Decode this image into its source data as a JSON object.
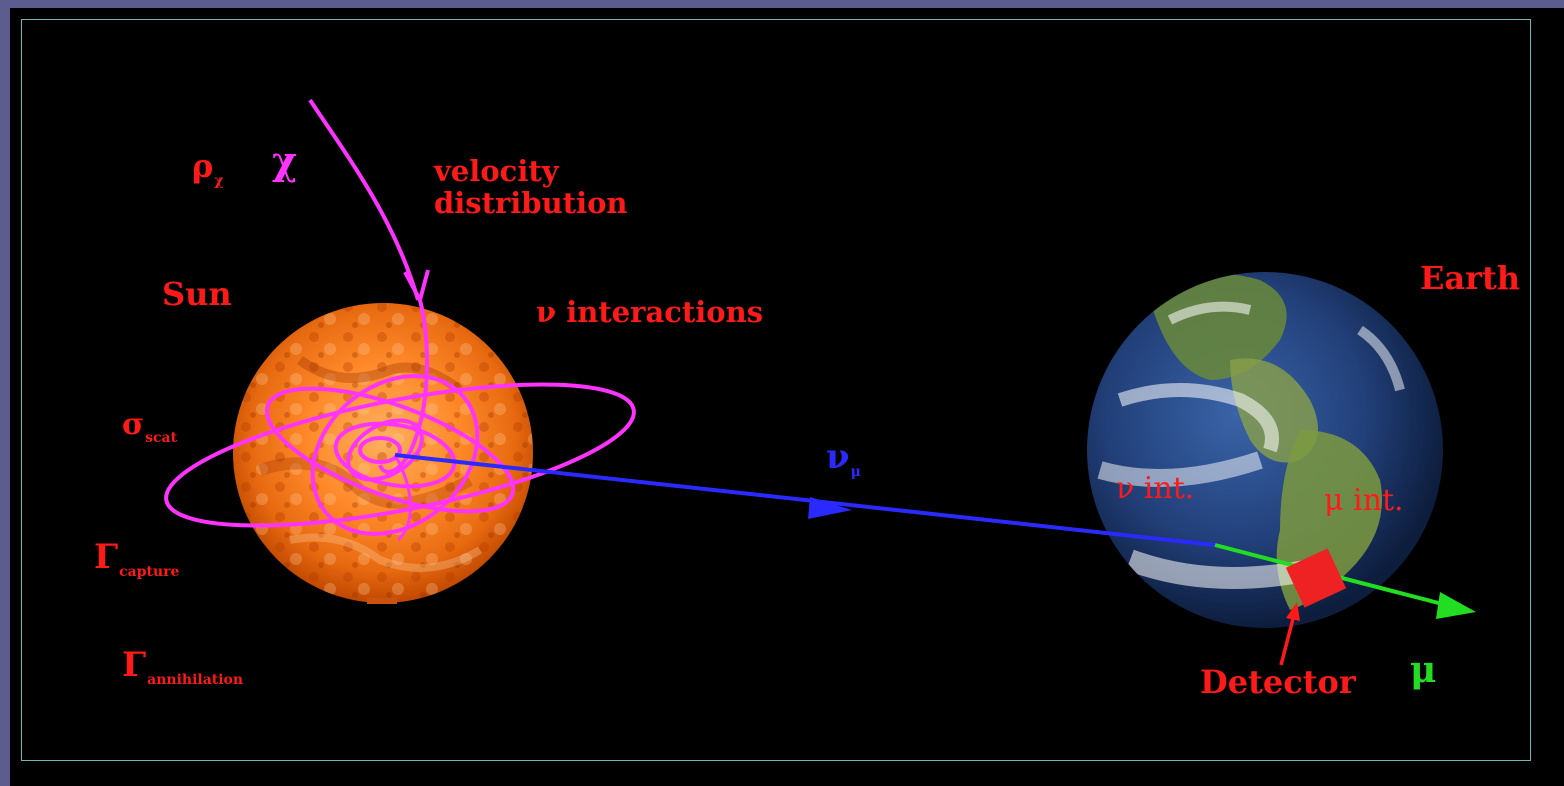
{
  "colors": {
    "background": "#5c5c8e",
    "panel": "#000000",
    "border": "#6fb8b8",
    "label_red": "#ff1a1a",
    "wimp_magenta": "#ff33ff",
    "neutrino_blue": "#2a2aff",
    "muon_green": "#22dd22",
    "detector_red": "#ee2222"
  },
  "labels": {
    "rho_symbol": "ρ",
    "rho_sub": "χ",
    "chi": "χ",
    "velocity_line1": "velocity",
    "velocity_line2": "distribution",
    "sun": "Sun",
    "nu_interactions": "ν interactions",
    "sigma_symbol": "σ",
    "sigma_sub": "scat",
    "gamma_capture_symbol": "Γ",
    "gamma_capture_sub": "capture",
    "gamma_annihilation_symbol": "Γ",
    "gamma_annihilation_sub": "annihilation",
    "nu_mu_symbol": "ν",
    "nu_mu_sub": "μ",
    "earth": "Earth",
    "nu_int": "ν int.",
    "mu_int": "μ int.",
    "detector": "Detector",
    "mu": "μ"
  },
  "icons": {
    "sun": "sun-icon",
    "earth": "earth-icon",
    "detector": "detector-icon"
  }
}
